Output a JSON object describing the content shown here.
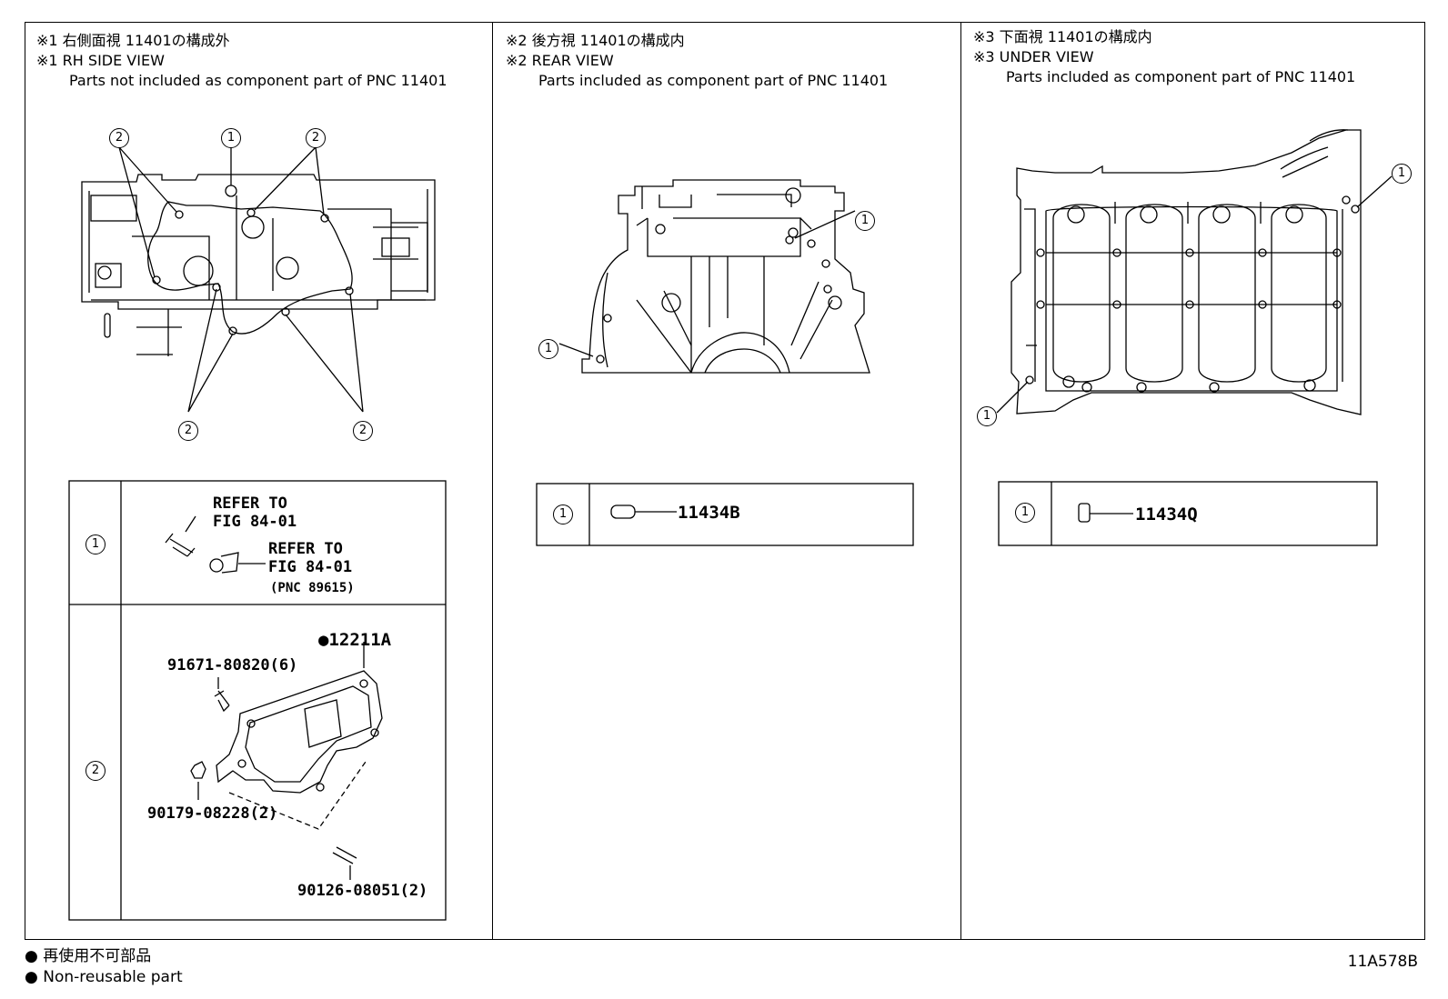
{
  "panels": [
    {
      "title_jp": "※1 右側面視 11401の構成外",
      "title_en": "※1 RH SIDE VIEW",
      "subtitle": "Parts not included as component part of PNC 11401",
      "table_rows": [
        {
          "ref": "1",
          "labels": [
            "REFER TO",
            "FIG 84-01",
            "REFER TO",
            "FIG 84-01",
            "(PNC 89615)"
          ]
        },
        {
          "ref": "2",
          "labels": [
            "●12211A",
            "91671-80820(6)",
            "90179-08228(2)",
            "90126-08051(2)"
          ]
        }
      ]
    },
    {
      "title_jp": "※2 後方視 11401の構成内",
      "title_en": "※2 REAR VIEW",
      "subtitle": "Parts included as component part of PNC 11401",
      "table_rows": [
        {
          "ref": "1",
          "labels": [
            "11434B"
          ]
        }
      ]
    },
    {
      "title_jp": "※3 下面視 11401の構成内",
      "title_en": "※3 UNDER VIEW",
      "subtitle": "Parts included as component part of PNC 11401",
      "table_rows": [
        {
          "ref": "1",
          "labels": [
            "11434Q"
          ]
        }
      ]
    }
  ],
  "callouts": {
    "panel1": [
      "2",
      "1",
      "2",
      "2",
      "2"
    ],
    "panel2": [
      "1",
      "1"
    ],
    "panel3": [
      "1",
      "1"
    ]
  },
  "legend": {
    "line1": "● 再使用不可部品",
    "line2": "● Non-reusable part"
  },
  "diagram_code": "11A578B"
}
